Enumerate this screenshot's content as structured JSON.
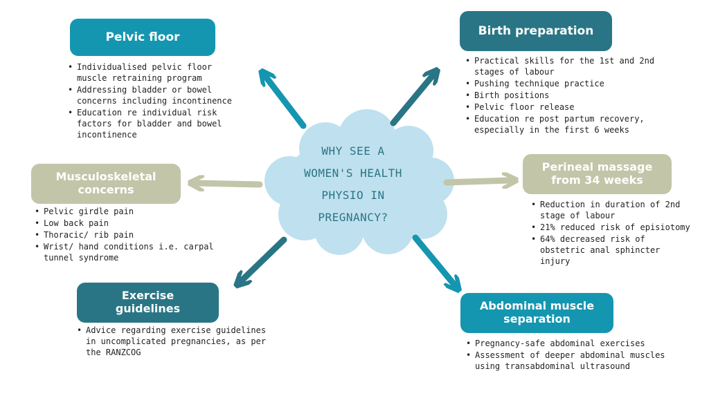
{
  "center": {
    "lines": [
      "WHY SEE A",
      "WOMEN'S HEALTH",
      "PHYSIO IN",
      "PREGNANCY?"
    ]
  },
  "topics": {
    "pelvic_floor": {
      "title": [
        "Pelvic floor"
      ],
      "points": [
        "Individualised pelvic floor muscle retraining program",
        "Addressing bladder or bowel concerns including incontinence",
        "Education re individual risk factors for bladder and bowel incontinence"
      ]
    },
    "birth_preparation": {
      "title": [
        "Birth preparation"
      ],
      "points": [
        "Practical skills for the 1st and 2nd stages of labour",
        "Pushing technique practice",
        "Birth positions",
        "Pelvic floor release",
        "Education re post partum recovery, especially in the first 6 weeks"
      ]
    },
    "musculoskeletal": {
      "title": [
        "Musculoskeletal",
        "concerns"
      ],
      "points": [
        "Pelvic girdle pain",
        "Low back pain",
        "Thoracic/ rib pain",
        "Wrist/ hand conditions i.e. carpal tunnel syndrome"
      ]
    },
    "perineal_massage": {
      "title": [
        "Perineal massage",
        "from 34 weeks"
      ],
      "points": [
        "Reduction in duration of 2nd stage of labour",
        "21% reduced risk of episiotomy",
        "64% decreased risk of obstetric anal sphincter injury"
      ]
    },
    "exercise": {
      "title": [
        "Exercise",
        "guidelines"
      ],
      "points": [
        "Advice regarding exercise guidelines in uncomplicated pregnancies, as per the RANZCOG"
      ]
    },
    "abdominal": {
      "title": [
        "Abdominal muscle",
        "separation"
      ],
      "points": [
        "Pregnancy-safe abdominal exercises",
        "Assessment of deeper abdominal muscles using transabdominal ultrasound"
      ]
    }
  },
  "colors": {
    "teal": "#1596b0",
    "dark_teal": "#2a7585",
    "sage": "#c2c5a8",
    "cloud": "#bfe0ee",
    "text": "#222222"
  }
}
